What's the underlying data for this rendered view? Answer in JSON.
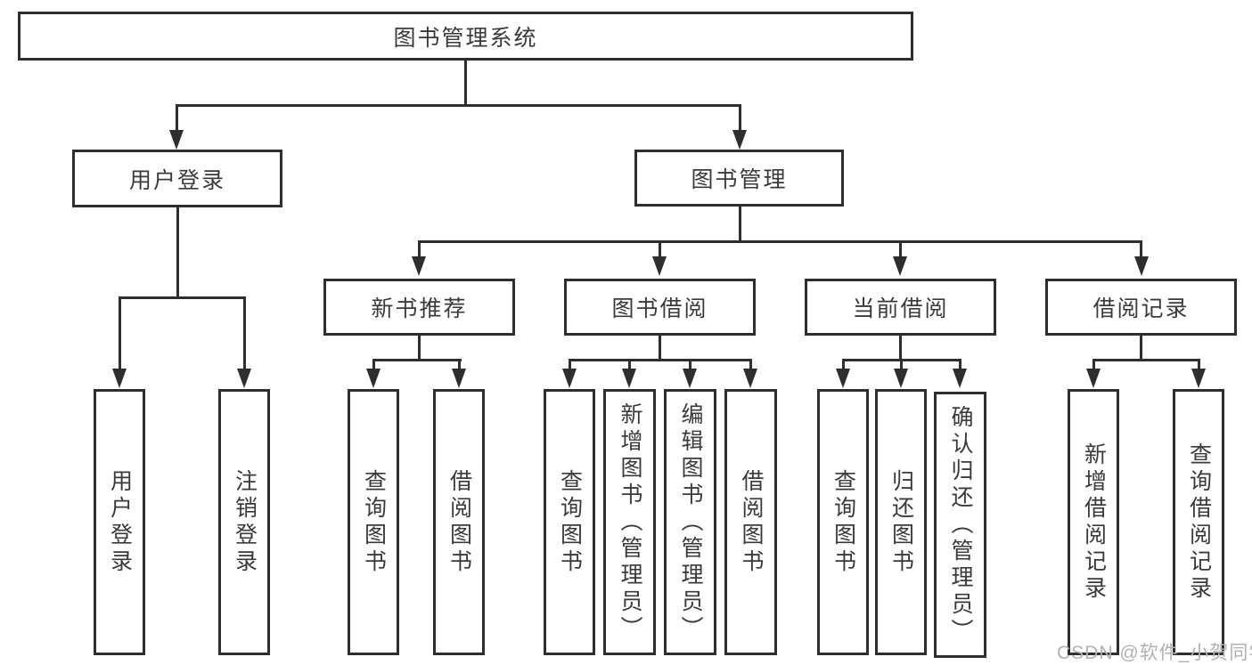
{
  "diagram": {
    "root": {
      "label": "图书管理系统"
    },
    "branches": [
      {
        "label": "用户登录",
        "leaves": [
          "用户登录",
          "注销登录"
        ]
      },
      {
        "label": "图书管理",
        "groups": [
          {
            "label": "新书推荐",
            "leaves": [
              "查询图书",
              "借阅图书"
            ]
          },
          {
            "label": "图书借阅",
            "leaves": [
              "查询图书",
              "新增图书（管理员）",
              "编辑图书（管理员）",
              "借阅图书"
            ]
          },
          {
            "label": "当前借阅",
            "leaves": [
              "查询图书",
              "归还图书",
              "确认归还（管理员）"
            ]
          },
          {
            "label": "借阅记录",
            "leaves": [
              "新增借阅记录",
              "查询借阅记录"
            ]
          }
        ]
      }
    ],
    "watermark": "CSDN @软件_小贺同学",
    "colors": {
      "line": "#2e2e2e",
      "text": "#3a3a3a",
      "watermark": "#b2b0b0",
      "background": "#ffffff"
    }
  }
}
